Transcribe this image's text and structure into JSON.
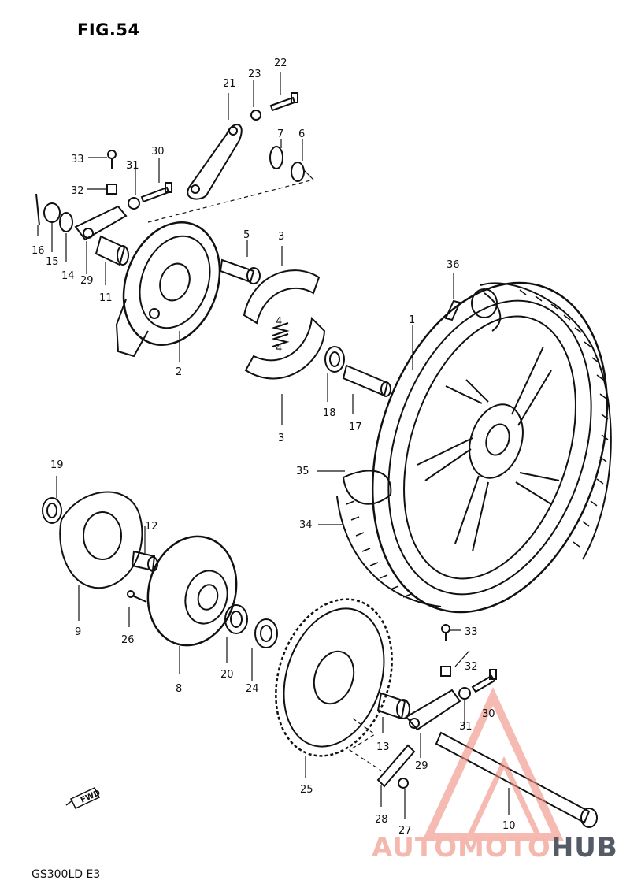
{
  "figure_title": "FIG.54",
  "model_code": "GS300LD  E3",
  "watermark": {
    "part1": "AUTOMOTO",
    "part2": "HUB"
  },
  "fwd_label": "FWD",
  "parts": [
    {
      "id": "p1",
      "label": "1"
    },
    {
      "id": "p2",
      "label": "2"
    },
    {
      "id": "p3a",
      "label": "3"
    },
    {
      "id": "p3b",
      "label": "3"
    },
    {
      "id": "p4a",
      "label": "4"
    },
    {
      "id": "p4b",
      "label": "4"
    },
    {
      "id": "p5",
      "label": "5"
    },
    {
      "id": "p6",
      "label": "6"
    },
    {
      "id": "p7",
      "label": "7"
    },
    {
      "id": "p8",
      "label": "8"
    },
    {
      "id": "p9",
      "label": "9"
    },
    {
      "id": "p10",
      "label": "10"
    },
    {
      "id": "p11",
      "label": "11"
    },
    {
      "id": "p12",
      "label": "12"
    },
    {
      "id": "p13",
      "label": "13"
    },
    {
      "id": "p14",
      "label": "14"
    },
    {
      "id": "p15",
      "label": "15"
    },
    {
      "id": "p16",
      "label": "16"
    },
    {
      "id": "p17",
      "label": "17"
    },
    {
      "id": "p18",
      "label": "18"
    },
    {
      "id": "p19",
      "label": "19"
    },
    {
      "id": "p20",
      "label": "20"
    },
    {
      "id": "p21",
      "label": "21"
    },
    {
      "id": "p22",
      "label": "22"
    },
    {
      "id": "p23",
      "label": "23"
    },
    {
      "id": "p24",
      "label": "24"
    },
    {
      "id": "p25",
      "label": "25"
    },
    {
      "id": "p26",
      "label": "26"
    },
    {
      "id": "p27",
      "label": "27"
    },
    {
      "id": "p28",
      "label": "28"
    },
    {
      "id": "p29a",
      "label": "29"
    },
    {
      "id": "p29b",
      "label": "29"
    },
    {
      "id": "p30a",
      "label": "30"
    },
    {
      "id": "p30b",
      "label": "30"
    },
    {
      "id": "p31a",
      "label": "31"
    },
    {
      "id": "p31b",
      "label": "31"
    },
    {
      "id": "p32a",
      "label": "32"
    },
    {
      "id": "p32b",
      "label": "32"
    },
    {
      "id": "p33a",
      "label": "33"
    },
    {
      "id": "p33b",
      "label": "33"
    },
    {
      "id": "p34",
      "label": "34"
    },
    {
      "id": "p35",
      "label": "35"
    },
    {
      "id": "p36",
      "label": "36"
    }
  ],
  "colors": {
    "line": "#111111",
    "watermark_light": "#f4b8ae",
    "watermark_dark": "#555b66"
  }
}
